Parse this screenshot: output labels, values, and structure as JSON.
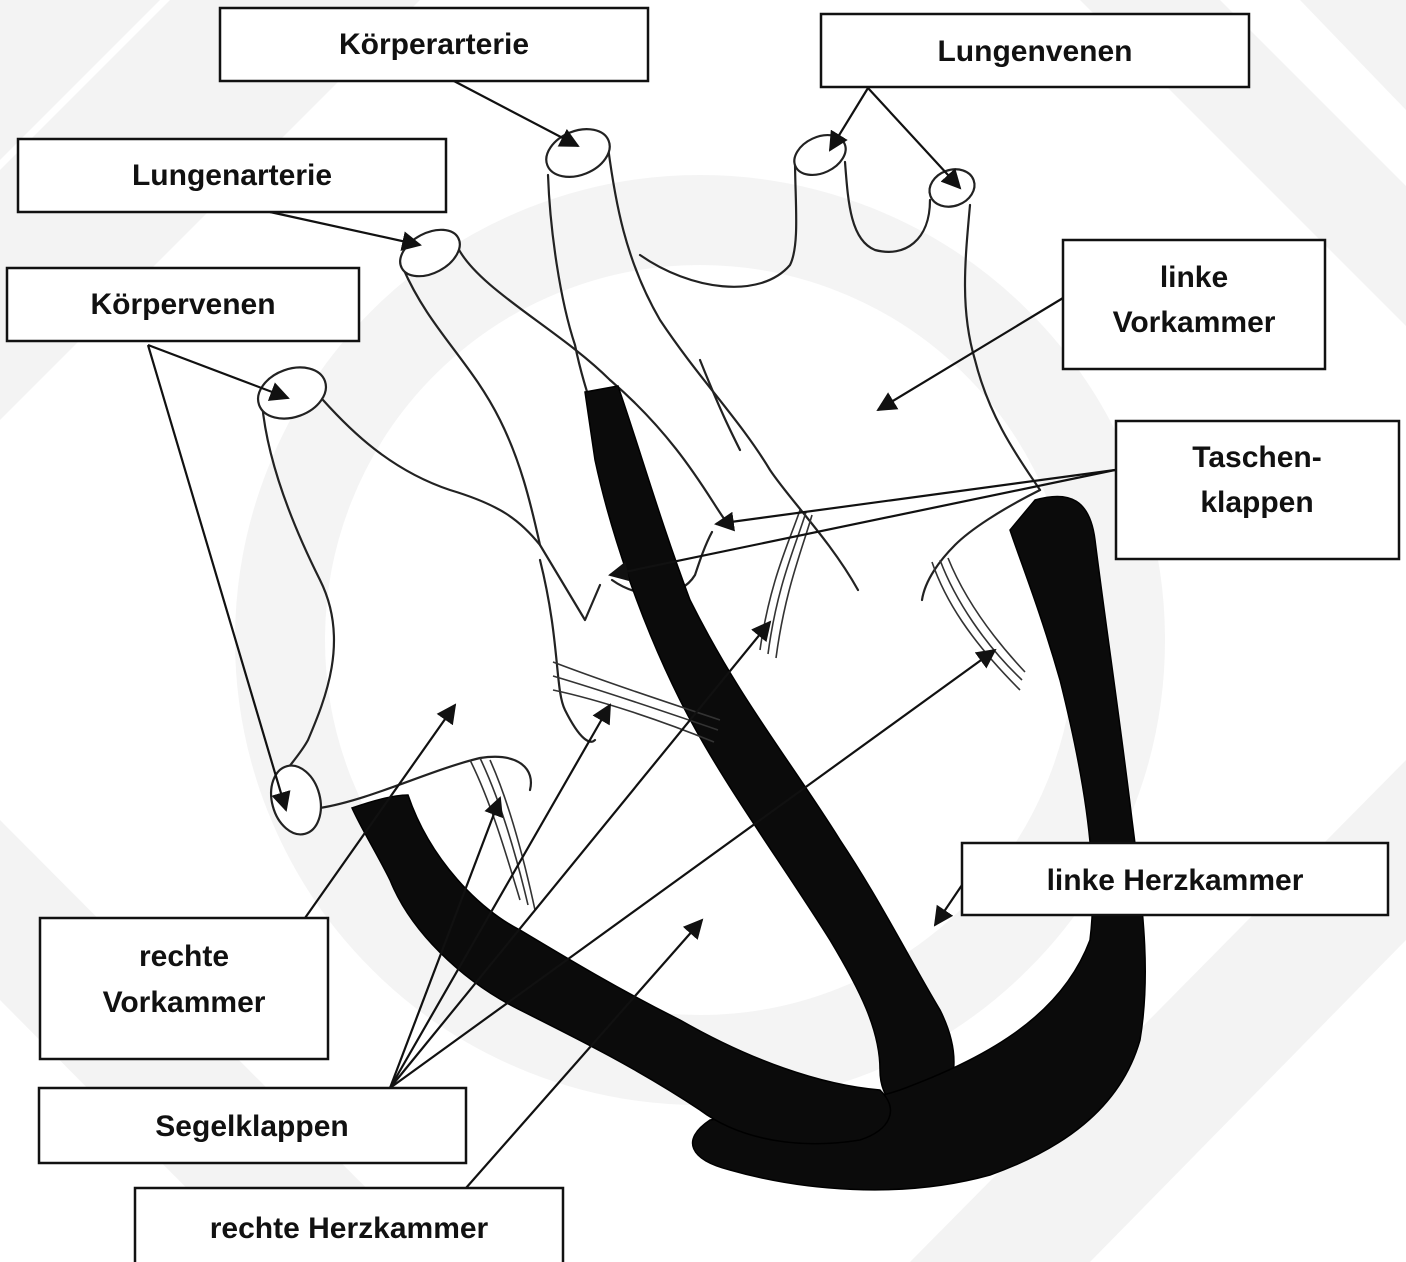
{
  "labels": {
    "koerperarterie": "Körperarterie",
    "lungenvenen": "Lungenvenen",
    "lungenarterie": "Lungenarterie",
    "koerpervenen": "Körpervenen",
    "linke_vorkammer_1": "linke",
    "linke_vorkammer_2": "Vorkammer",
    "taschenklappen_1": "Taschen-",
    "taschenklappen_2": "klappen",
    "linke_herzkammer": "linke Herzkammer",
    "rechte_vorkammer_1": "rechte",
    "rechte_vorkammer_2": "Vorkammer",
    "segelklappen": "Segelklappen",
    "rechte_herzkammer": "rechte Herzkammer"
  },
  "colors": {
    "muscle": "#0b0b0b",
    "outline": "#222222",
    "watermark": "#f0f0f0"
  }
}
